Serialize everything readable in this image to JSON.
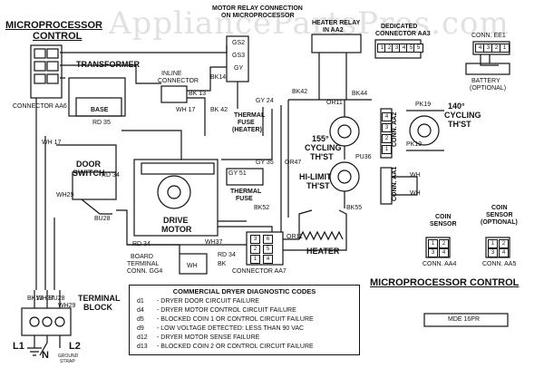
{
  "watermark": "AppliancePartsPros.com",
  "titles": {
    "mp_control_top": "MICROPROCESSOR",
    "mp_control_top2": "CONTROL",
    "mp_control_bottom": "MICROPROCESSOR CONTROL",
    "motor_relay": "MOTOR RELAY CONNECTION",
    "motor_relay2": "ON MICROPROCESSOR",
    "heater_relay": "HEATER RELAY",
    "heater_relay2": "IN AA2",
    "dedicated": "DEDICATED",
    "connector_aa3": "CONNECTOR AA3",
    "conn_ee1": "CONN. EE1",
    "battery": "BATTERY",
    "battery_opt": "(OPTIONAL)"
  },
  "components": {
    "transformer": "TRANSFORMER",
    "inline_connector": "INLINE",
    "inline_connector2": "CONNECTOR",
    "base": "BASE",
    "connector_aa6": "CONNECTOR AA6",
    "thermal_fuse_heater": "THERMAL",
    "thermal_fuse_heater2": "FUSE",
    "thermal_fuse_heater3": "(HEATER)",
    "thermal_fuse": "THERMAL",
    "thermal_fuse2": "FUSE",
    "door_switch": "DOOR",
    "door_switch2": "SWITCH",
    "drive_motor": "DRIVE",
    "drive_motor2": "MOTOR",
    "board_terminal": "BOARD",
    "board_terminal2": "TERMINAL",
    "board_terminal3": "CONN. GG4",
    "connector_aa7": "CONNECTOR AA7",
    "heater": "HEATER",
    "cycling_155": "155°",
    "cycling_155b": "CYCLING",
    "cycling_155c": "TH'ST",
    "cycling_140": "140°",
    "cycling_140b": "CYCLING",
    "cycling_140c": "TH'ST",
    "hi_limit": "HI-LIMIT",
    "hi_limit2": "TH'ST",
    "conn_aa2": "CONN. AA2",
    "conn_aa1": "CONN. AA1",
    "coin_sensor": "COIN",
    "coin_sensor2": "SENSOR",
    "coin_sensor_opt": "COIN",
    "coin_sensor_opt2": "SENSOR",
    "coin_sensor_opt3": "(OPTIONAL)",
    "conn_aa4": "CONN. AA4",
    "conn_aa5": "CONN. AA5",
    "terminal_block": "TERMINAL",
    "terminal_block2": "BLOCK",
    "l1": "L1",
    "n": "N",
    "l2": "L2",
    "ground_strap": "GROUND",
    "ground_strap2": "STRAP",
    "model": "MDE 16PR"
  },
  "pins": {
    "aa3": [
      "1",
      "2",
      "3",
      "4",
      "5",
      "5"
    ],
    "ee1": [
      "4",
      "3",
      "2",
      "1"
    ],
    "aa2": [
      "4",
      "3",
      "2",
      "1"
    ],
    "aa4": [
      "1",
      "2",
      "3",
      "4"
    ],
    "aa5": [
      "1",
      "2",
      "3",
      "4"
    ],
    "aa7": [
      "3",
      "6",
      "2",
      "5",
      "1",
      "4"
    ]
  },
  "wires": {
    "gs2": "GS2",
    "gs3": "GS3",
    "gy": "GY",
    "bk14": "BK14",
    "bk13": "BK 13",
    "wh17": "WH 17",
    "bk42": "BK 42",
    "gy24": "GY 24",
    "bk42b": "BK42",
    "or11": "OR11",
    "bk44": "BK44",
    "pk19": "PK19",
    "pk19b": "PK19",
    "pu36": "PU36",
    "or47": "OR47",
    "rd35": "RD 35",
    "wh17b": "WH 17",
    "rd34": "RD 34",
    "wh29": "WH29",
    "bu28": "BU28",
    "gy51": "GY 51",
    "cy35": "GY 35",
    "bk52": "BK52",
    "bk55": "BK55",
    "wh37": "WH37",
    "rd34b": "RD 34",
    "rd34c": "RD 34",
    "or11b": "OR11",
    "wh": "WH",
    "bk": "BK",
    "bk13b": "BK13",
    "wh37b": "WH37",
    "bu28b": "BU28",
    "wh29b": "WH29",
    "wh_aa1": "WH",
    "wh_aa1b": "WH"
  },
  "codes": {
    "title": "COMMERCIAL DRYER DIAGNOSTIC CODES",
    "rows": [
      {
        "code": "d1",
        "text": "- DRYER DOOR CIRCUIT FAILURE"
      },
      {
        "code": "d4",
        "text": "- DRYER MOTOR CONTROL CIRCUIT FAILURE"
      },
      {
        "code": "d5",
        "text": "- BLOCKED COIN 1 OR CONTROL CIRCUIT FAILURE"
      },
      {
        "code": "d9",
        "text": "- LOW VOLTAGE DETECTED: LESS THAN 90 VAC"
      },
      {
        "code": "d12",
        "text": "- DRYER MOTOR SENSE FAILURE"
      },
      {
        "code": "d13",
        "text": "- BLOCKED COIN 2 OR CONTROL CIRCUIT FAILURE"
      }
    ]
  }
}
